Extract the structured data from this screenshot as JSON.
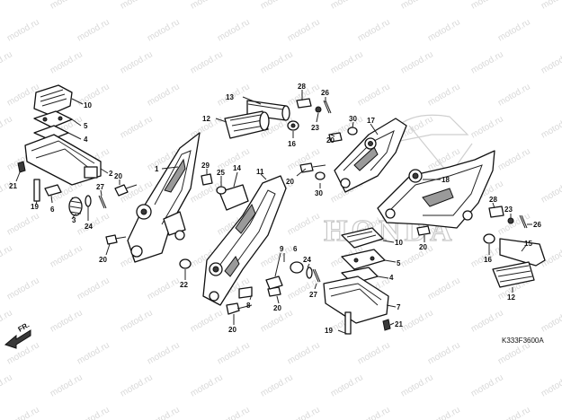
{
  "diagram": {
    "code": "K333F3600A",
    "front_marker": "FR.",
    "watermark": "motod.ru",
    "logo_text": "HONDA",
    "labels": [
      {
        "id": "l10a",
        "text": "10"
      },
      {
        "id": "l5a",
        "text": "5"
      },
      {
        "id": "l4a",
        "text": "4"
      },
      {
        "id": "l2",
        "text": "2"
      },
      {
        "id": "l21a",
        "text": "21"
      },
      {
        "id": "l19a",
        "text": "19"
      },
      {
        "id": "l6a",
        "text": "6"
      },
      {
        "id": "l3",
        "text": "3"
      },
      {
        "id": "l24a",
        "text": "24"
      },
      {
        "id": "l27a",
        "text": "27"
      },
      {
        "id": "l20a",
        "text": "20"
      },
      {
        "id": "l1",
        "text": "1"
      },
      {
        "id": "l20b",
        "text": "20"
      },
      {
        "id": "l13",
        "text": "13"
      },
      {
        "id": "l12a",
        "text": "12"
      },
      {
        "id": "l28a",
        "text": "28"
      },
      {
        "id": "l26a",
        "text": "26"
      },
      {
        "id": "l23a",
        "text": "23"
      },
      {
        "id": "l16a",
        "text": "16"
      },
      {
        "id": "l30a",
        "text": "30"
      },
      {
        "id": "l20c",
        "text": "20"
      },
      {
        "id": "l17",
        "text": "17"
      },
      {
        "id": "l29",
        "text": "29"
      },
      {
        "id": "l25",
        "text": "25"
      },
      {
        "id": "l14",
        "text": "14"
      },
      {
        "id": "l11",
        "text": "11"
      },
      {
        "id": "l20d",
        "text": "20"
      },
      {
        "id": "l30b",
        "text": "30"
      },
      {
        "id": "l18",
        "text": "18"
      },
      {
        "id": "l20e",
        "text": "20"
      },
      {
        "id": "l28b",
        "text": "28"
      },
      {
        "id": "l23b",
        "text": "23"
      },
      {
        "id": "l26b",
        "text": "26"
      },
      {
        "id": "l10b",
        "text": "10"
      },
      {
        "id": "l15",
        "text": "15"
      },
      {
        "id": "l5b",
        "text": "5"
      },
      {
        "id": "l16b",
        "text": "16"
      },
      {
        "id": "l22",
        "text": "22"
      },
      {
        "id": "l9",
        "text": "9"
      },
      {
        "id": "l6b",
        "text": "6"
      },
      {
        "id": "l24b",
        "text": "24"
      },
      {
        "id": "l4b",
        "text": "4"
      },
      {
        "id": "l12b",
        "text": "12"
      },
      {
        "id": "l8",
        "text": "8"
      },
      {
        "id": "l27b",
        "text": "27"
      },
      {
        "id": "l7",
        "text": "7"
      },
      {
        "id": "l20f",
        "text": "20"
      },
      {
        "id": "l20g",
        "text": "20"
      },
      {
        "id": "l21b",
        "text": "21"
      },
      {
        "id": "l19b",
        "text": "19"
      }
    ]
  }
}
